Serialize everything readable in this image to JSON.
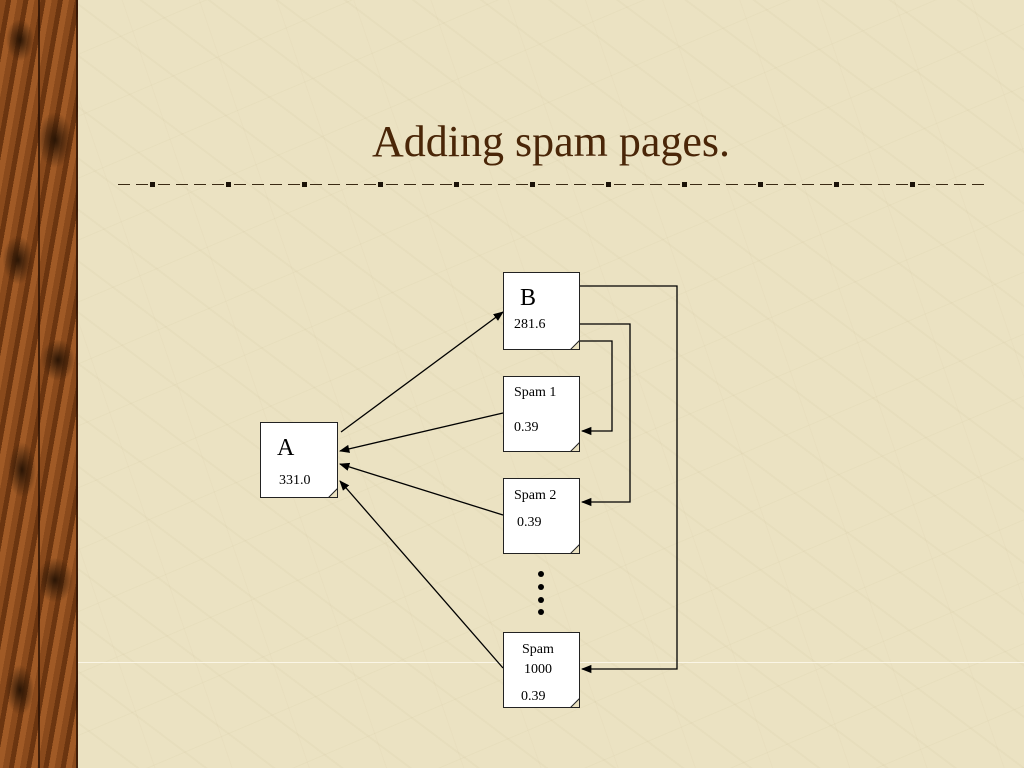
{
  "slide": {
    "title": "Adding spam pages."
  },
  "nodes": {
    "a": {
      "name": "A",
      "value": "331.0"
    },
    "b": {
      "name": "B",
      "value": "281.6"
    },
    "spam1": {
      "name": "Spam 1",
      "value": "0.39"
    },
    "spam2": {
      "name": "Spam 2",
      "value": "0.39"
    },
    "spam1000": {
      "name_line1": "Spam",
      "name_line2": "1000",
      "value": "0.39"
    }
  },
  "edges": [
    {
      "from": "spam1",
      "to": "a"
    },
    {
      "from": "spam2",
      "to": "a"
    },
    {
      "from": "spam1000",
      "to": "a"
    },
    {
      "from": "a",
      "to": "b"
    },
    {
      "from": "b",
      "to": "spam1"
    },
    {
      "from": "b",
      "to": "spam2"
    },
    {
      "from": "b",
      "to": "spam1000"
    }
  ],
  "colors": {
    "background": "#ebe2c2",
    "title": "#4a2608",
    "sidebar": "#7a3d14",
    "node_fill": "#ffffff",
    "line": "#000000"
  }
}
